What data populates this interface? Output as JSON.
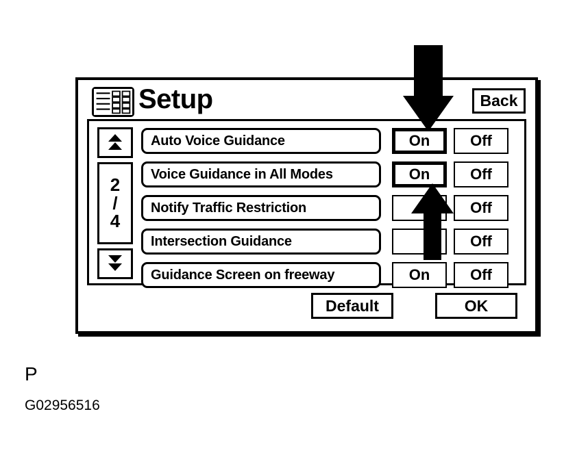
{
  "screen": {
    "header": {
      "icon_name": "setup-list-grid-icon",
      "title": "Setup",
      "back_label": "Back"
    },
    "scroll": {
      "up_icon": "double-triangle-up-icon",
      "down_icon": "double-triangle-down-icon",
      "page_current": "2",
      "page_separator": "/",
      "page_total": "4"
    },
    "rows": [
      {
        "label": "Auto Voice Guidance",
        "on_label": "On",
        "off_label": "Off",
        "selected": "on",
        "on_visible": true
      },
      {
        "label": "Voice Guidance in All Modes",
        "on_label": "On",
        "off_label": "Off",
        "selected": "on",
        "on_visible": true
      },
      {
        "label": "Notify Traffic Restriction",
        "on_label": "",
        "off_label": "Off",
        "selected": "none",
        "on_visible": false
      },
      {
        "label": "Intersection Guidance",
        "on_label": "",
        "off_label": "Off",
        "selected": "none",
        "on_visible": false
      },
      {
        "label": "Guidance Screen on freeway",
        "on_label": "On",
        "off_label": "Off",
        "selected": "none",
        "on_visible": true
      }
    ],
    "footer": {
      "default_label": "Default",
      "ok_label": "OK"
    }
  },
  "annotations": {
    "arrow_down_name": "down-callout-arrow",
    "arrow_up_name": "up-callout-arrow"
  },
  "caption": {
    "letter": "P",
    "code": "G02956516"
  },
  "colors": {
    "ink": "#000000",
    "paper": "#ffffff"
  }
}
